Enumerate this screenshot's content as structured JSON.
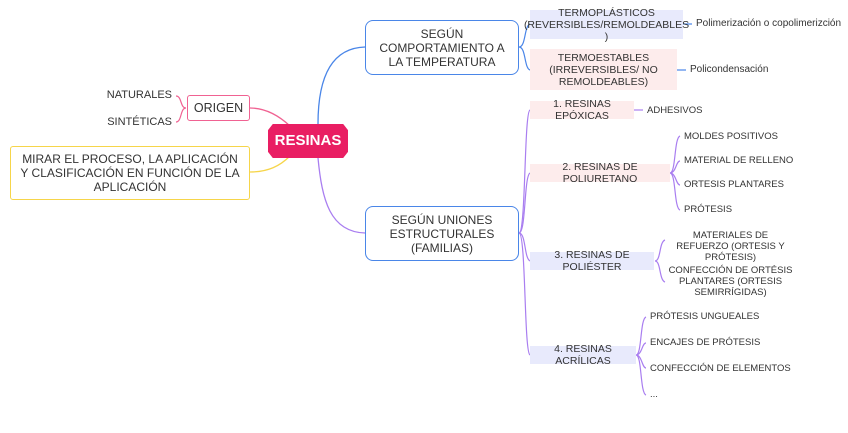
{
  "root": {
    "label": "RESINAS",
    "color": "#e91e63"
  },
  "left": {
    "origin": {
      "label": "ORIGEN",
      "children": [
        "NATURALES",
        "SINTÉTICAS"
      ]
    },
    "note": {
      "label": "MIRAR EL PROCESO, LA APLICACIÓN Y CLASIFICACIÓN EN  FUNCIÓN DE LA APLICACIÓN"
    }
  },
  "temperature": {
    "label": "SEGÚN COMPORTAMIENTO A LA TEMPERATURA",
    "children": [
      {
        "label": "TERMOPLÁSTICOS (REVERSIBLES/REMOLDEABLES )",
        "detail": "Polimerización o copolimerizción"
      },
      {
        "label": "TERMOESTABLES (IRREVERSIBLES/ NO REMOLDEABLES)",
        "detail": "Policondensación"
      }
    ]
  },
  "families": {
    "label": "SEGÚN UNIONES ESTRUCTURALES (FAMILIAS)",
    "children": [
      {
        "label": "1. RESINAS EPÓXICAS",
        "items": [
          "ADHESIVOS"
        ]
      },
      {
        "label": "2. RESINAS DE POLIURETANO",
        "items": [
          "MOLDES POSITIVOS",
          "MATERIAL DE RELLENO",
          "ORTESIS PLANTARES",
          "PRÓTESIS"
        ]
      },
      {
        "label": "3. RESINAS DE POLIÉSTER",
        "items": [
          "MATERIALES DE REFUERZO (ORTESIS Y PRÓTESIS)",
          "CONFECCIÓN DE ORTÉSIS PLANTARES (ORTESIS SEMIRRÍGIDAS)"
        ]
      },
      {
        "label": "4. RESINAS ACRÍLICAS",
        "items": [
          "PRÓTESIS UNGUEALES",
          "ENCAJES DE PRÓTESIS",
          "CONFECCIÓN DE ELEMENTOS",
          "..."
        ]
      }
    ]
  },
  "colors": {
    "blue": "#4a86e8",
    "pink": "#f06292",
    "yellow": "#f6d54a",
    "purple": "#a97ef0"
  }
}
